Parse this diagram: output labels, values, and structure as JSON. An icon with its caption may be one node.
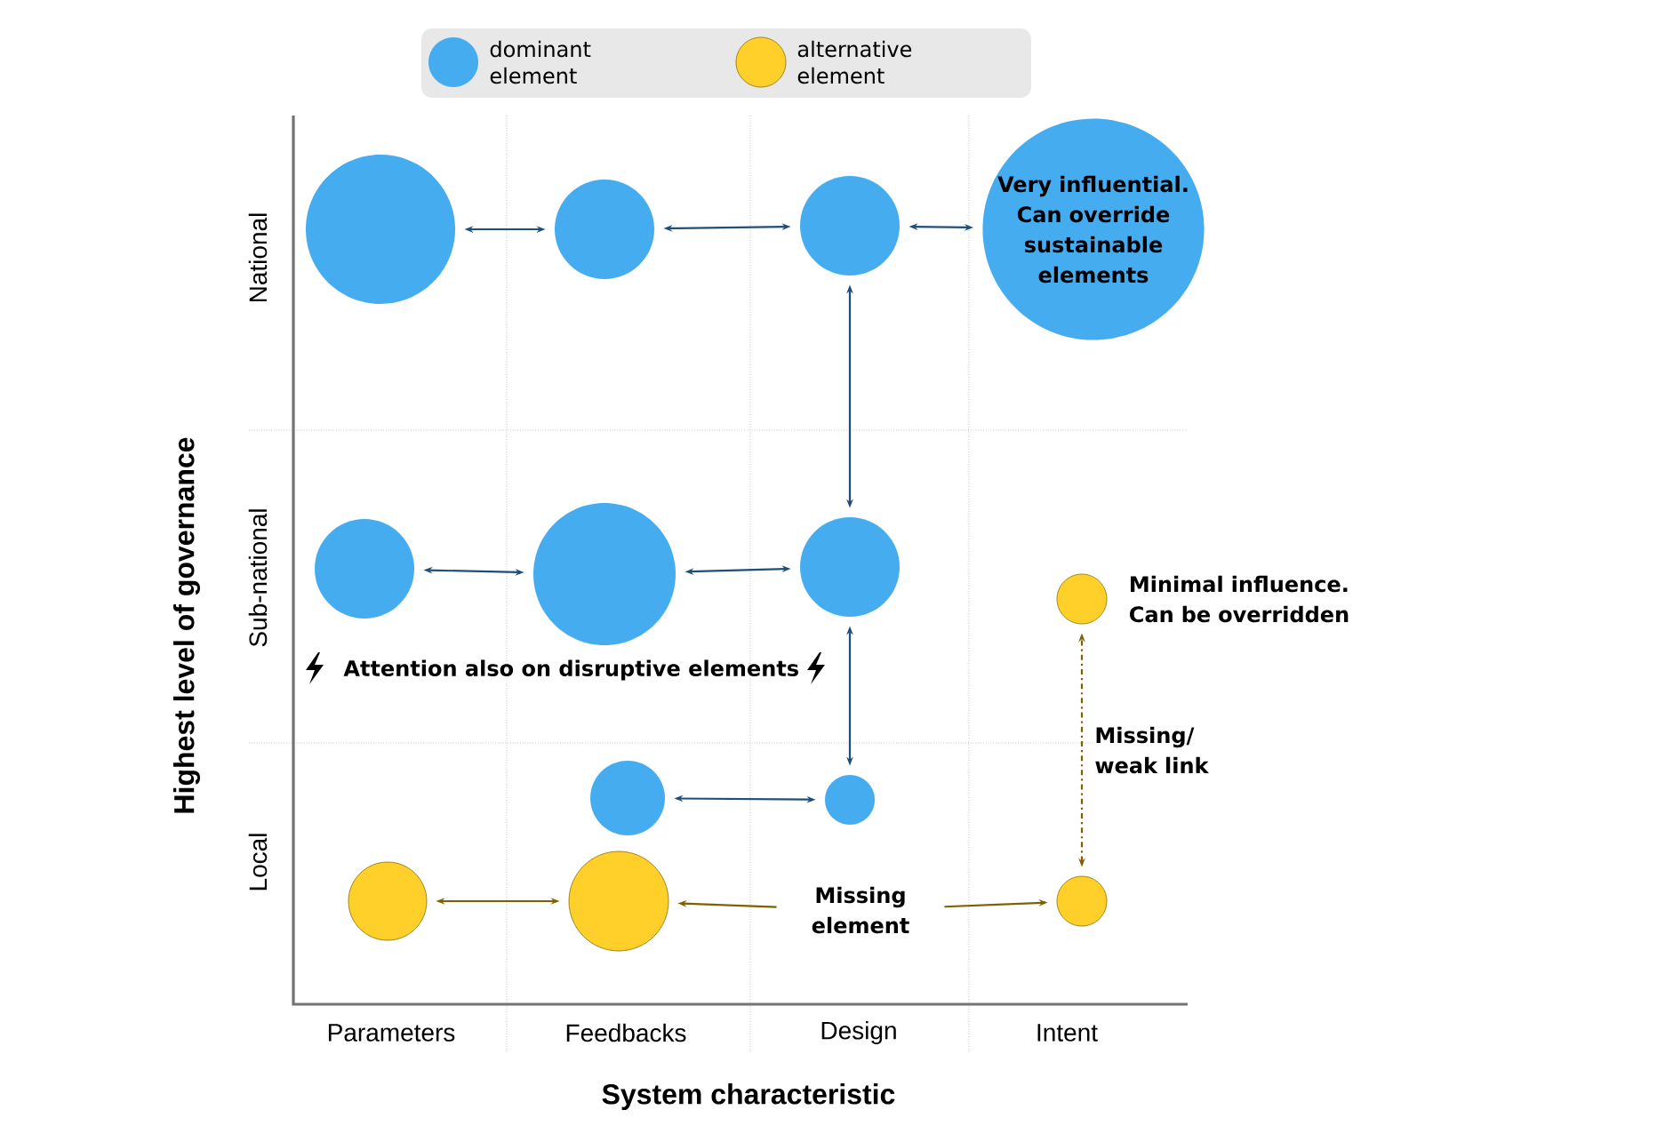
{
  "diagram": {
    "nodes": [
      {
        "text": [],
        "shape": "circle"
      },
      {
        "text": [],
        "shape": "circle"
      },
      {
        "text": [],
        "shape": "circle"
      },
      {
        "text": [
          "Very influential. Can override sustainable elements"
        ]
      },
      {
        "text": [],
        "shape": "circle"
      },
      {
        "text": [],
        "shape": "circle"
      },
      {
        "text": [],
        "shape": "circle"
      },
      {
        "text": [],
        "shape": "circle",
        "beside": [
          "Minimal influence. Can be overridden"
        ]
      },
      {
        "text": [],
        "shape": "circle"
      },
      {
        "text": [],
        "shape": "circle"
      },
      {
        "text": [],
        "shape": "circle"
      },
      {
        "text": [],
        "shape": "circle"
      },
      {
        "text": [
          "Missing element"
        ]
      },
      {
        "text": [],
        "shape": "circle"
      }
    ],
    "edges": [
      {
        "from": 0,
        "to": 1,
        "arrow": "both"
      },
      {
        "from": 1,
        "to": 2,
        "arrow": "both"
      },
      {
        "from": 2,
        "to": 3,
        "arrow": "both"
      },
      {
        "from": 2,
        "to": 6,
        "arrow": "both"
      },
      {
        "from": 4,
        "to": 5,
        "arrow": "both"
      },
      {
        "from": 5,
        "to": 6,
        "arrow": "both"
      },
      {
        "from": 6,
        "to": 9,
        "arrow": "both"
      },
      {
        "from": 8,
        "to": 9,
        "arrow": "both"
      },
      {
        "from": 10,
        "to": 11,
        "arrow": "both",
        "color": "#7f6000"
      },
      {
        "from": 12,
        "to": 11,
        "arrow": "to",
        "color": "#7f6000"
      },
      {
        "from": 12,
        "to": 13,
        "arrow": "to",
        "color": "#7f6000"
      },
      {
        "from": 13,
        "to": 7,
        "arrow": "both",
        "style": "dashed",
        "color": "#7f6000",
        "label": "Missing/ weak link"
      }
    ],
    "labels": [
      "National",
      "Sub-national",
      "Local",
      "Attention also on disruptive elements",
      "Parameters",
      "Feedbacks",
      "Design",
      "Intent",
      "Highest level of governance",
      "System characteristic"
    ],
    "legend": [
      {
        "text": "dominant element",
        "color": "#46acf0"
      },
      {
        "text": "alternative element",
        "color": "#ffd02a"
      }
    ]
  }
}
